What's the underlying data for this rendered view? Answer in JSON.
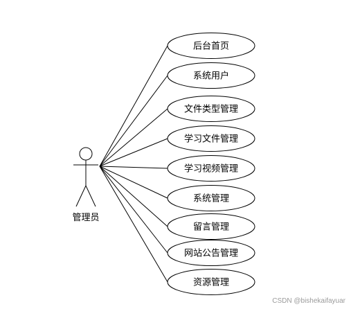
{
  "actor": {
    "label": "管理员"
  },
  "use_cases": [
    {
      "label": "后台首页"
    },
    {
      "label": "系统用户"
    },
    {
      "label": "文件类型管理"
    },
    {
      "label": "学习文件管理"
    },
    {
      "label": "学习视频管理"
    },
    {
      "label": "系统管理"
    },
    {
      "label": "留言管理"
    },
    {
      "label": "网站公告管理"
    },
    {
      "label": "资源管理"
    }
  ],
  "watermark": "CSDN @bishekaifayuar"
}
